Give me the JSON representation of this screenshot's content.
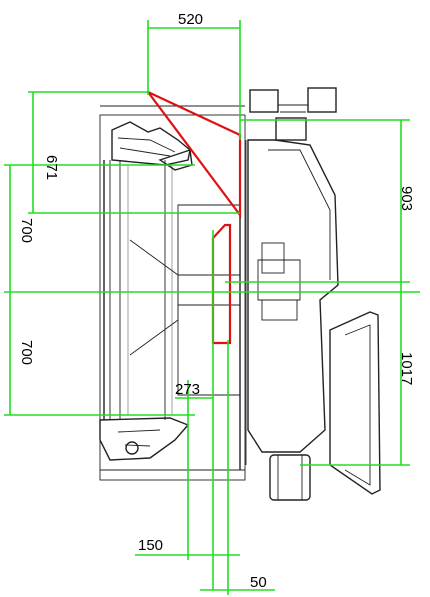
{
  "dimensions": {
    "top_width": "520",
    "left_upper_offset": "671",
    "left_upper_span": "700",
    "left_lower_span": "700",
    "right_upper_span": "903",
    "right_lower_span": "1017",
    "inner_offset": "273",
    "bottom_offset": "150",
    "bottom_gap": "50"
  },
  "colors": {
    "dimension": "#22dd22",
    "envelope": "#e01010",
    "drawing": "#222222"
  }
}
